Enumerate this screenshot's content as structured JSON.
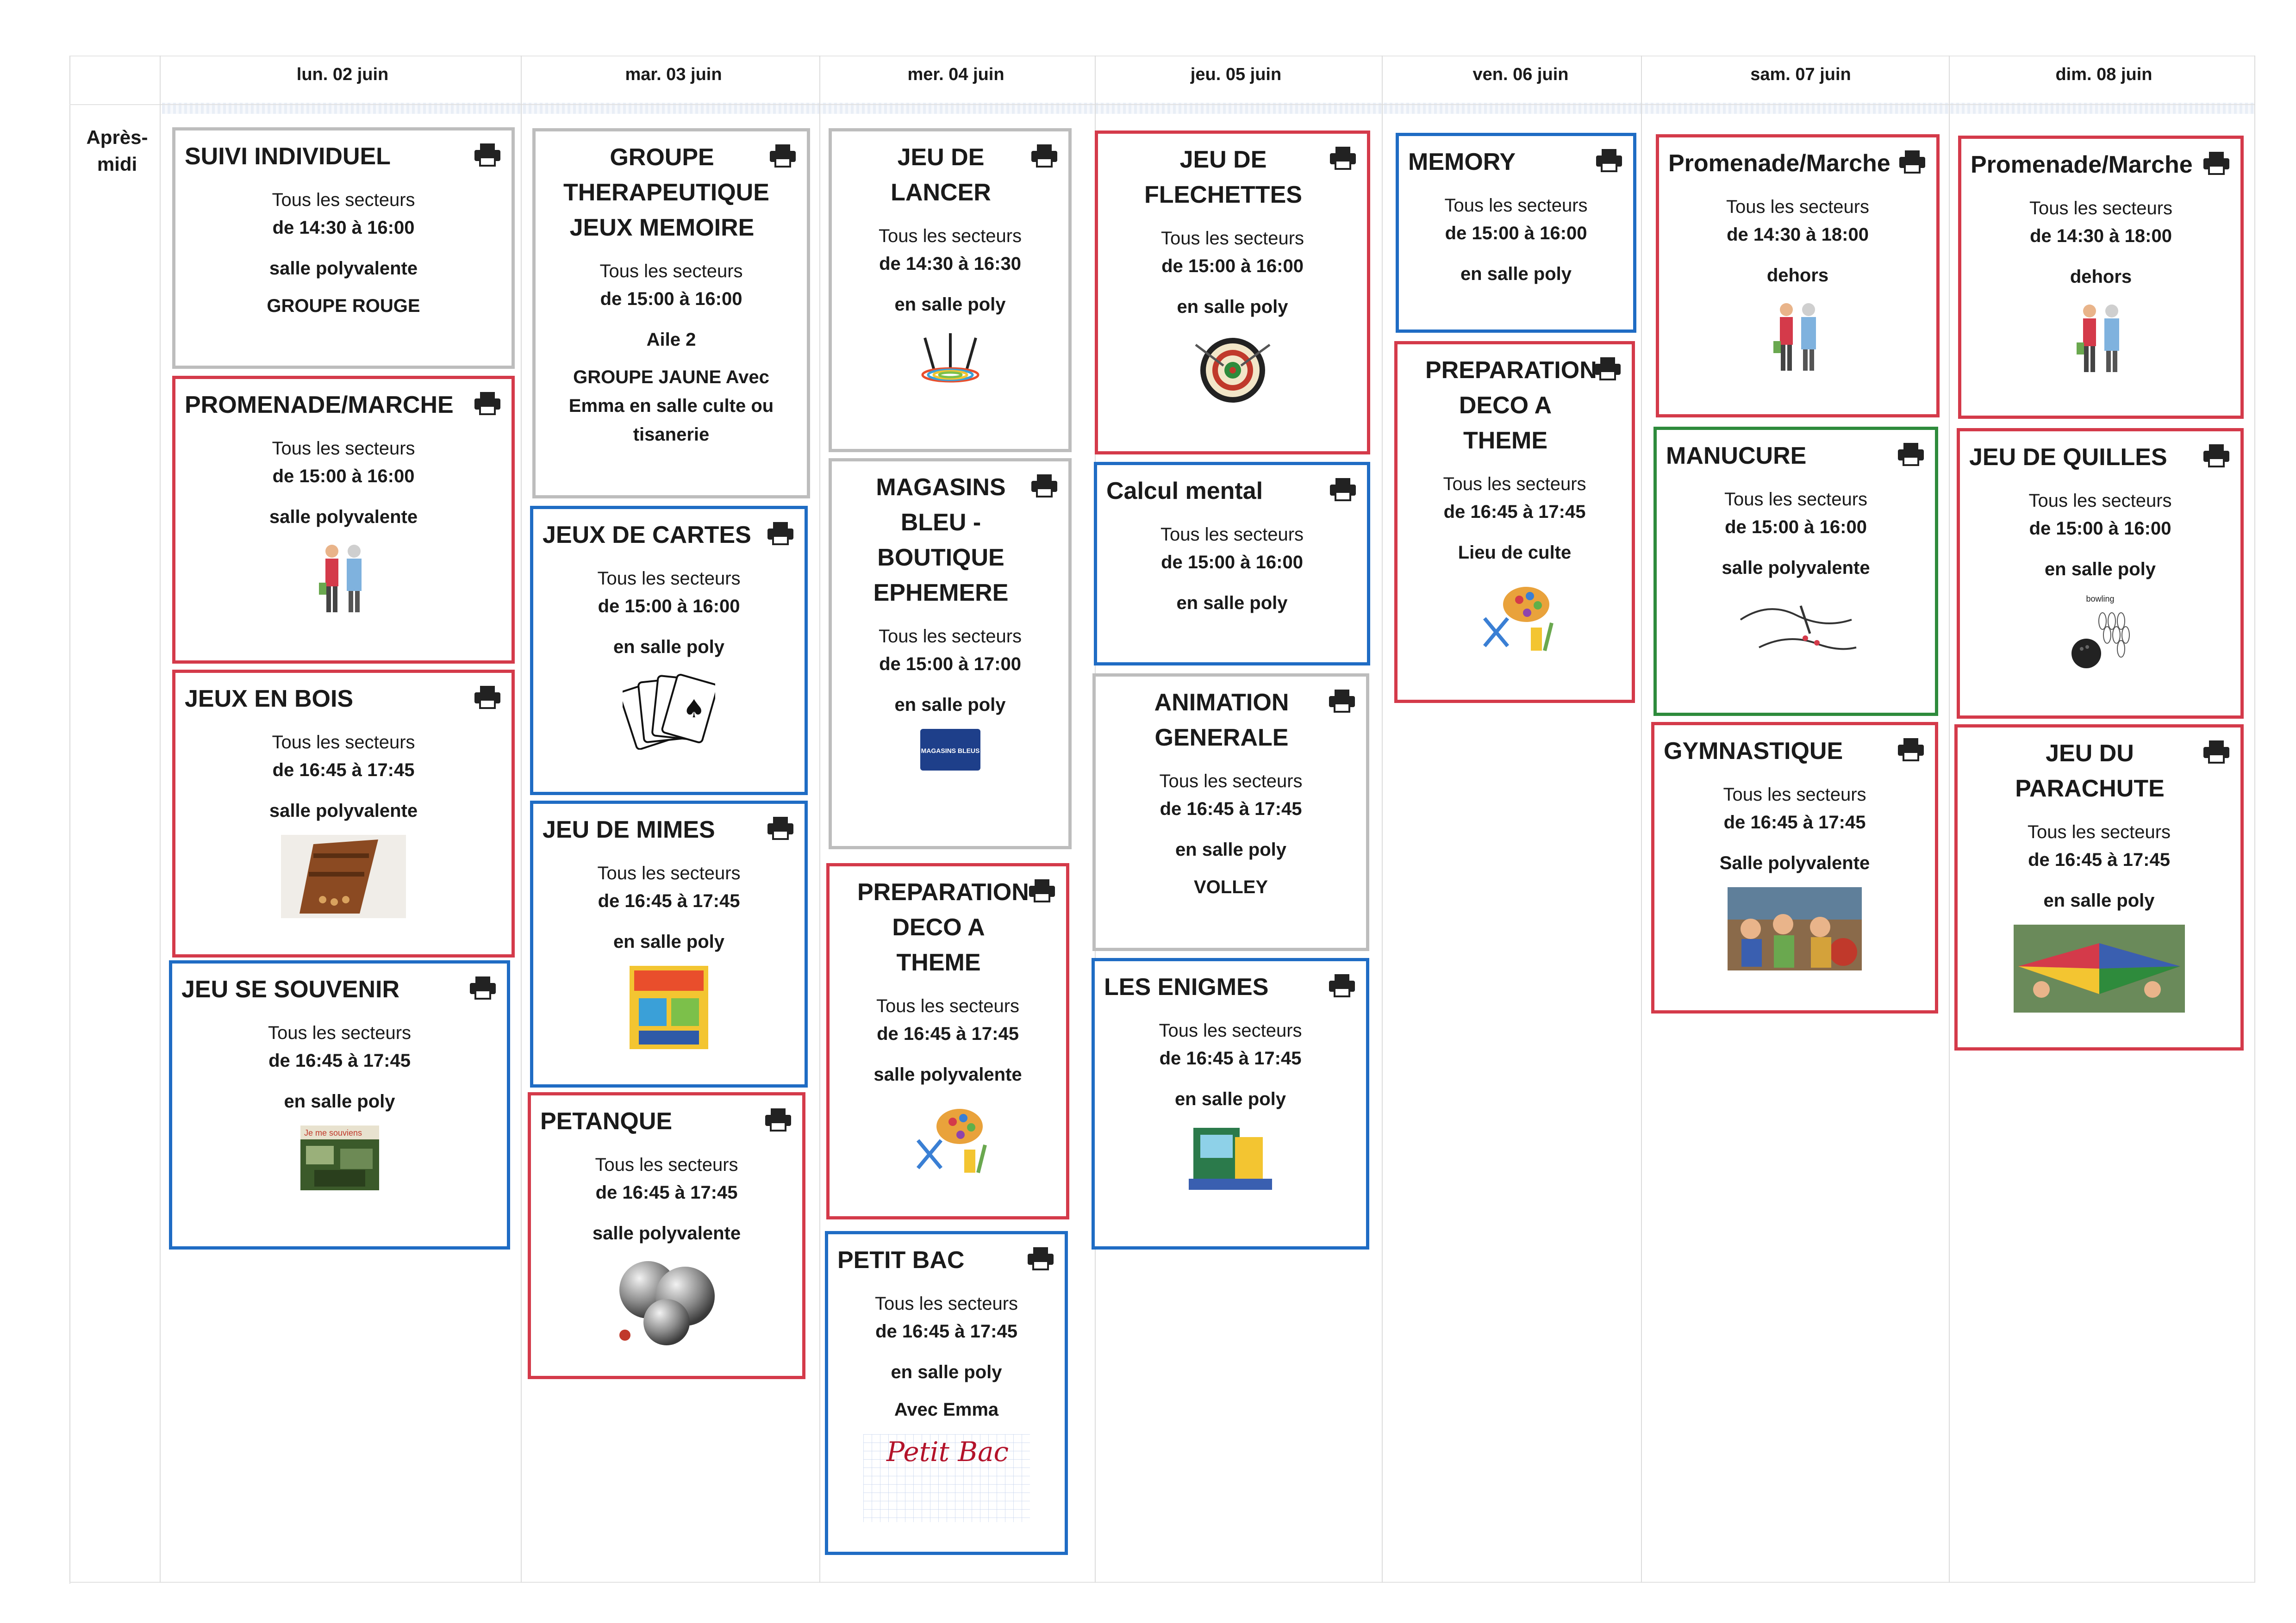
{
  "slot_label": "Après-\nmidi",
  "days": [
    "lun. 02 juin",
    "mar. 03 juin",
    "mer. 04 juin",
    "jeu. 05 juin",
    "ven. 06 juin",
    "sam. 07 juin",
    "dim. 08 juin"
  ],
  "colors": {
    "red": "#d43a4a",
    "blue": "#1f6cc4",
    "gray": "#bdbdbd",
    "green": "#2e8b3c"
  },
  "events": [
    {
      "title": "SUIVI INDIVIDUEL",
      "sectors": "Tous les secteurs",
      "time": "de 14:30 à 16:00",
      "room": "salle polyvalente",
      "extra": "GROUPE ROUGE",
      "icon": "printer-icon"
    },
    {
      "title": "PROMENADE/MARCHE",
      "sectors": "Tous les secteurs",
      "time": "de 15:00 à 16:00",
      "room": "salle polyvalente",
      "picture": "walking-couple-picture"
    },
    {
      "title": "JEUX EN BOIS",
      "sectors": "Tous les secteurs",
      "time": "de 16:45 à 17:45",
      "room": "salle polyvalente",
      "picture": "wooden-game-picture"
    },
    {
      "title": "JEU SE SOUVENIR",
      "sectors": "Tous les secteurs",
      "time": "de 16:45 à 17:45",
      "room": "en salle poly",
      "picture": "memory-game-box-picture",
      "picture_text": "Je me souviens"
    },
    {
      "title": "GROUPE THERAPEUTIQUE JEUX MEMOIRE",
      "sectors": "Tous les secteurs",
      "time": "de 15:00 à 16:00",
      "room": "Aile 2",
      "extra": "GROUPE JAUNE Avec Emma en salle culte ou tisanerie"
    },
    {
      "title": "JEUX DE CARTES",
      "sectors": "Tous les secteurs",
      "time": "de 15:00 à 16:00",
      "room": "en salle poly",
      "picture": "playing-cards-picture"
    },
    {
      "title": "JEU DE MIMES",
      "sectors": "Tous les secteurs",
      "time": "de 16:45 à 17:45",
      "room": "en salle poly",
      "picture": "mime-game-box-picture"
    },
    {
      "title": "PETANQUE",
      "sectors": "Tous les secteurs",
      "time": "de 16:45 à 17:45",
      "room": "salle polyvalente",
      "picture": "petanque-balls-picture"
    },
    {
      "title": "JEU DE LANCER",
      "sectors": "Tous les secteurs",
      "time": "de 14:30 à 16:30",
      "room": "en salle poly",
      "picture": "ring-toss-picture"
    },
    {
      "title": "MAGASINS BLEU - BOUTIQUE EPHEMERE",
      "sectors": "Tous les secteurs",
      "time": "de 15:00 à 17:00",
      "room": "en salle poly",
      "picture": "magasins-bleus-logo",
      "picture_text": "MAGASINS BLEUS"
    },
    {
      "title": "PREPARATION DECO A THEME",
      "sectors": "Tous les secteurs",
      "time": "de 16:45 à 17:45",
      "room": "salle polyvalente",
      "picture": "craft-supplies-picture"
    },
    {
      "title": "PETIT BAC",
      "sectors": "Tous les secteurs",
      "time": "de 16:45 à 17:45",
      "room": "en salle poly",
      "extra": "Avec Emma",
      "picture": "petit-bac-picture",
      "picture_text": "Petit Bac"
    },
    {
      "title": "JEU DE FLECHETTES",
      "sectors": "Tous les secteurs",
      "time": "de 15:00 à 16:00",
      "room": "en salle poly",
      "picture": "dartboard-picture"
    },
    {
      "title": "Calcul mental",
      "sectors": "Tous les secteurs",
      "time": "de 15:00 à 16:00",
      "room": "en salle poly"
    },
    {
      "title": "ANIMATION GENERALE",
      "sectors": "Tous les secteurs",
      "time": "de 16:45 à 17:45",
      "room": "en salle poly",
      "extra": "VOLLEY"
    },
    {
      "title": "LES ENIGMES",
      "sectors": "Tous les secteurs",
      "time": "de 16:45 à 17:45",
      "room": "en salle poly",
      "picture": "enigma-game-box-picture"
    },
    {
      "title": "MEMORY",
      "sectors": "Tous les secteurs",
      "time": "de 15:00 à 16:00",
      "room": "en salle poly"
    },
    {
      "title": "PREPARATION DECO A THEME",
      "sectors": "Tous les secteurs",
      "time": "de 16:45 à 17:45",
      "room": "Lieu de culte",
      "picture": "craft-supplies-picture"
    },
    {
      "title": "Promenade/Marche",
      "sectors": "Tous les secteurs",
      "time": "de 14:30 à 18:00",
      "room": "dehors",
      "picture": "walking-couple-picture"
    },
    {
      "title": "MANUCURE",
      "sectors": "Tous les secteurs",
      "time": "de 15:00 à 16:00",
      "room": "salle polyvalente",
      "picture": "manicure-picture"
    },
    {
      "title": "GYMNASTIQUE",
      "sectors": "Tous les secteurs",
      "time": "de 16:45 à 17:45",
      "room": "Salle polyvalente",
      "picture": "gym-photo-picture"
    },
    {
      "title": "Promenade/Marche",
      "sectors": "Tous les secteurs",
      "time": "de 14:30 à 18:00",
      "room": "dehors",
      "picture": "walking-couple-picture"
    },
    {
      "title": "JEU DE QUILLES",
      "sectors": "Tous les secteurs",
      "time": "de 15:00 à 16:00",
      "room": "en salle poly",
      "picture": "bowling-picture",
      "picture_text": "bowling"
    },
    {
      "title": "JEU DU PARACHUTE",
      "sectors": "Tous les secteurs",
      "time": "de 16:45 à 17:45",
      "room": "en salle poly",
      "picture": "parachute-photo-picture"
    }
  ]
}
